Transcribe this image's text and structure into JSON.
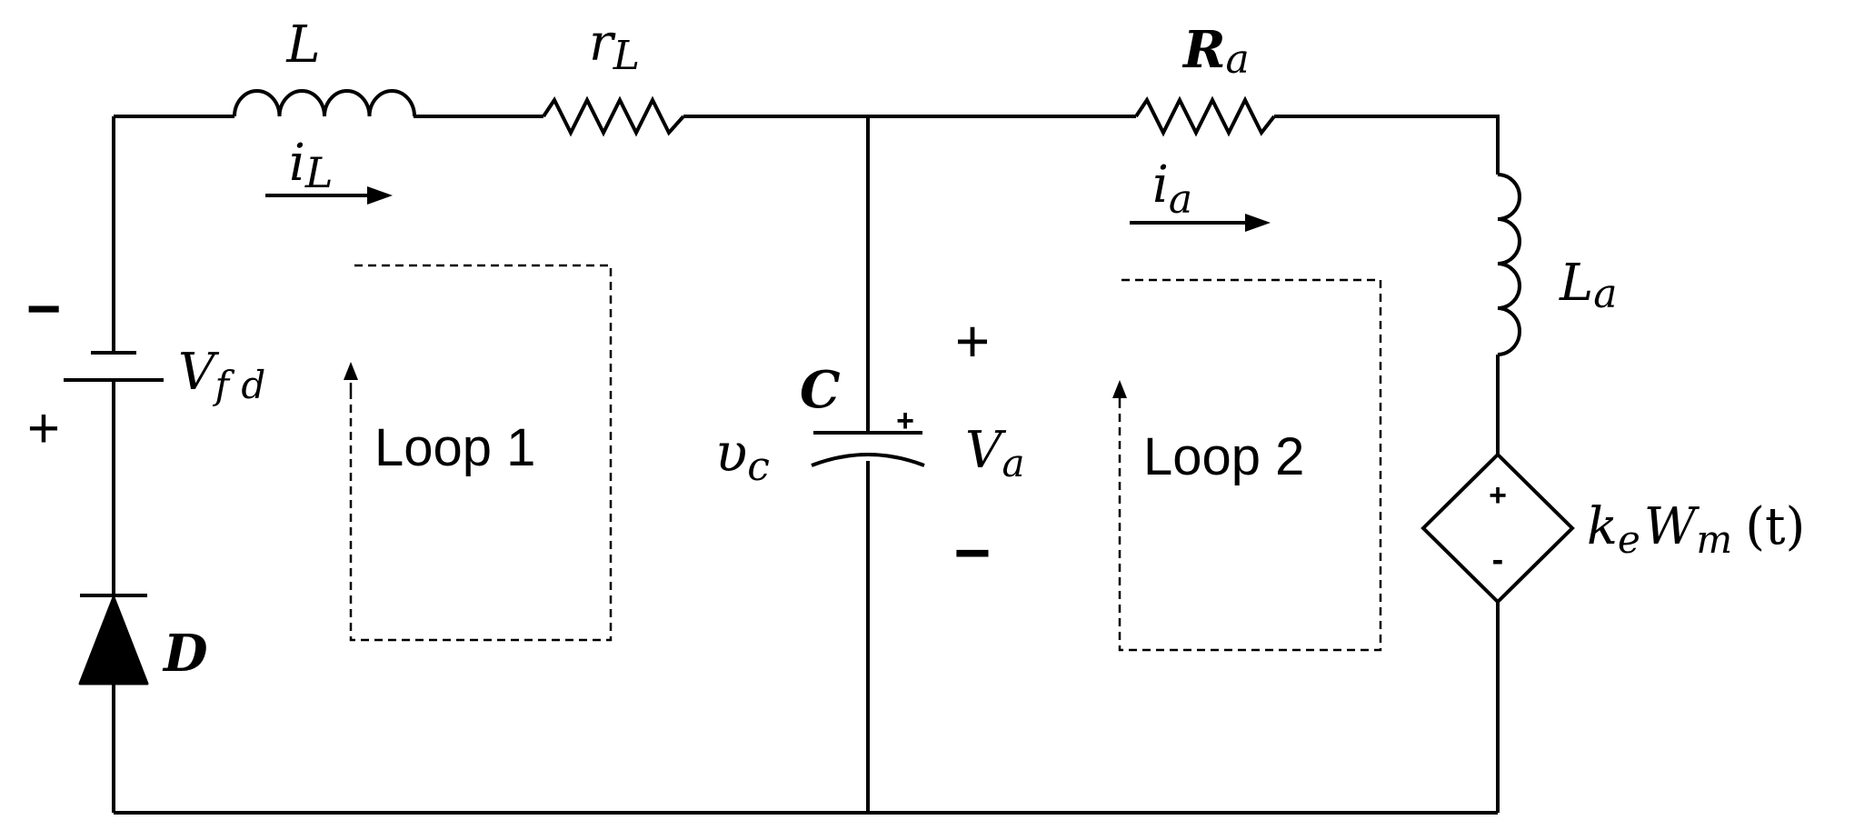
{
  "labels": {
    "inductor_l": "L",
    "inductor_l_current": "i",
    "inductor_l_current_sub": "L",
    "resistor_rl": "r",
    "resistor_rl_sub": "L",
    "resistor_ra": "R",
    "resistor_ra_sub": "a",
    "armature_current": "i",
    "armature_current_sub": "a",
    "inductor_la": "L",
    "inductor_la_sub": "a",
    "source_vfd": "V",
    "source_vfd_sub": "f d",
    "source_vfd_minus": "−",
    "source_vfd_plus": "+",
    "diode": "D",
    "capacitor": "C",
    "capacitor_voltage": "υ",
    "capacitor_voltage_sub": "c",
    "capacitor_plus": "+",
    "node_voltage": "V",
    "node_voltage_sub": "a",
    "node_plus": "+",
    "node_minus": "−",
    "loop1": "Loop 1",
    "loop2": "Loop 2",
    "dep_source_plus": "+",
    "dep_source_minus": "-",
    "dep_source_k": "k",
    "dep_source_k_sub": "e",
    "dep_source_w": "W",
    "dep_source_w_sub": "m",
    "dep_source_arg": "(t)"
  }
}
